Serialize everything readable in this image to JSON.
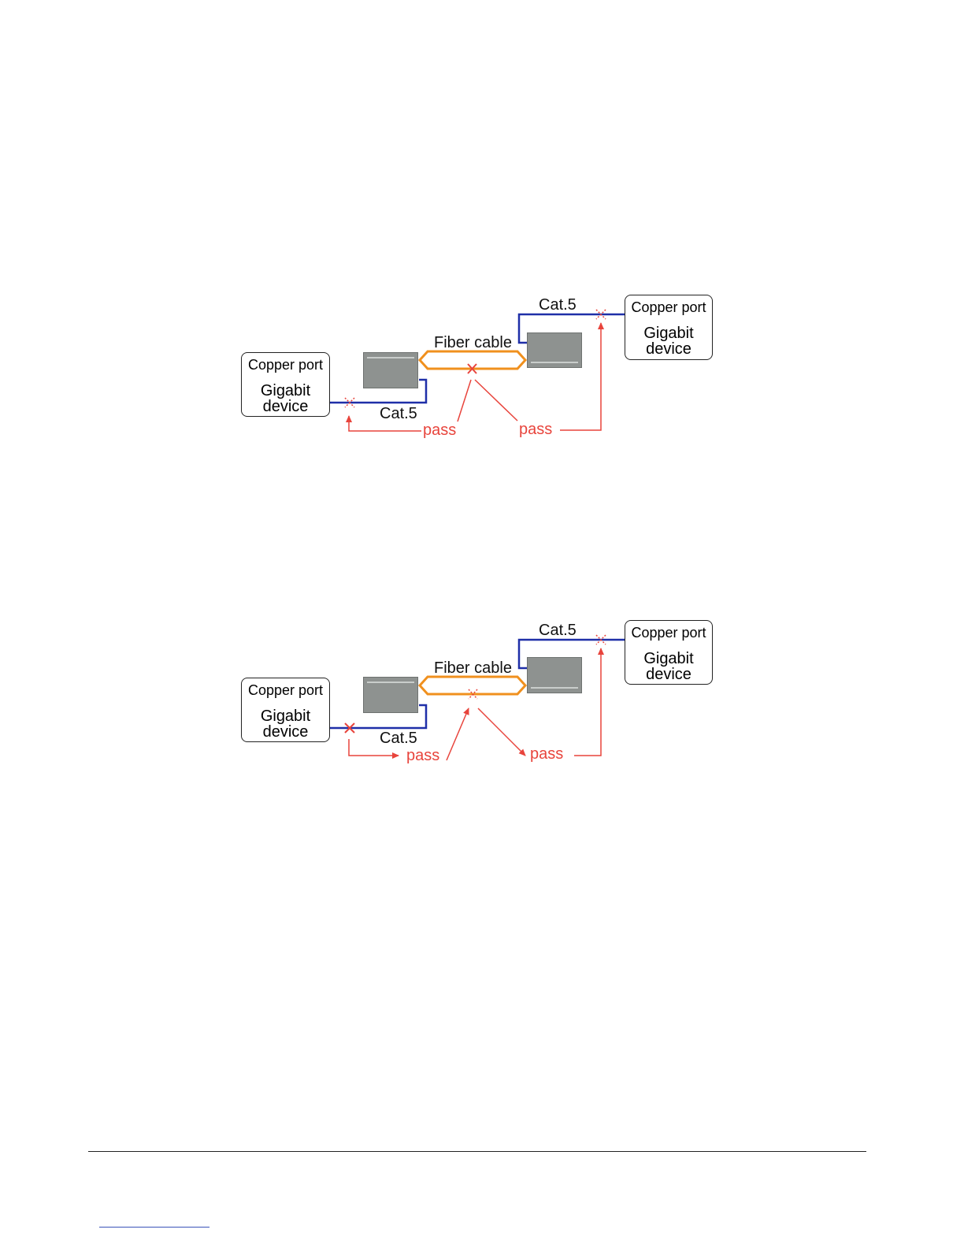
{
  "diagrams": [
    {
      "left_device": {
        "port_label": "Copper port",
        "name_line1": "Gigabit",
        "name_line2": "device"
      },
      "right_device": {
        "port_label": "Copper port",
        "name_line1": "Gigabit",
        "name_line2": "device"
      },
      "fiber_label": "Fiber cable",
      "cat5_left": "Cat.5",
      "cat5_right": "Cat.5",
      "pass_left": "pass",
      "pass_right": "pass"
    },
    {
      "left_device": {
        "port_label": "Copper port",
        "name_line1": "Gigabit",
        "name_line2": "device"
      },
      "right_device": {
        "port_label": "Copper port",
        "name_line1": "Gigabit",
        "name_line2": "device"
      },
      "fiber_label": "Fiber cable",
      "cat5_left": "Cat.5",
      "cat5_right": "Cat.5",
      "pass_left": "pass",
      "pass_right": "pass"
    }
  ],
  "colors": {
    "copper_link": "#1f2fa8",
    "fiber": "#f0901e",
    "annotation": "#e8443c",
    "converter": "#8e9290"
  }
}
